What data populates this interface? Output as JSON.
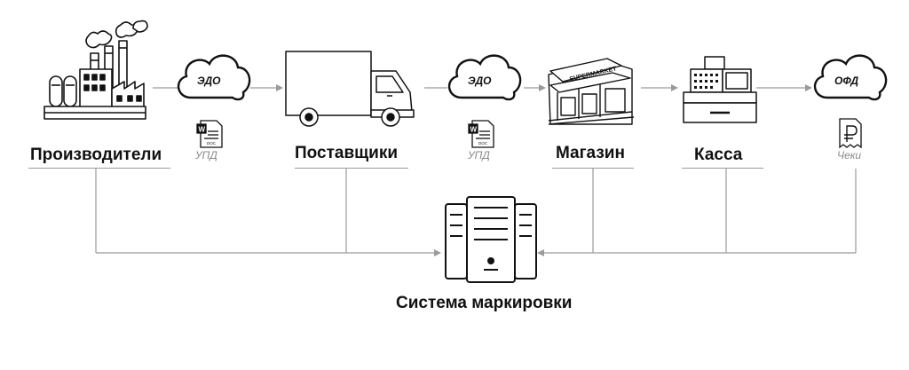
{
  "nodes": {
    "producers": "Производители",
    "suppliers": "Поставщики",
    "store": "Магазин",
    "cashier": "Касса",
    "marking_system": "Система маркировки"
  },
  "clouds": {
    "edo_1": "ЭДО",
    "edo_2": "ЭДО",
    "ofd": "ОФД"
  },
  "documents": {
    "upd_1": "УПД",
    "upd_2": "УПД",
    "receipts": "Чеки"
  },
  "icons": {
    "factory": "factory-icon",
    "truck": "truck-icon",
    "shop": "supermarket-icon",
    "register": "cash-register-icon",
    "server": "server-icon",
    "word_doc": "word-document-icon",
    "receipt": "ruble-receipt-icon",
    "cloud": "cloud-icon"
  },
  "colors": {
    "stroke": "#111111",
    "connector": "#9a9a9a",
    "caption": "#8a8a8a"
  }
}
